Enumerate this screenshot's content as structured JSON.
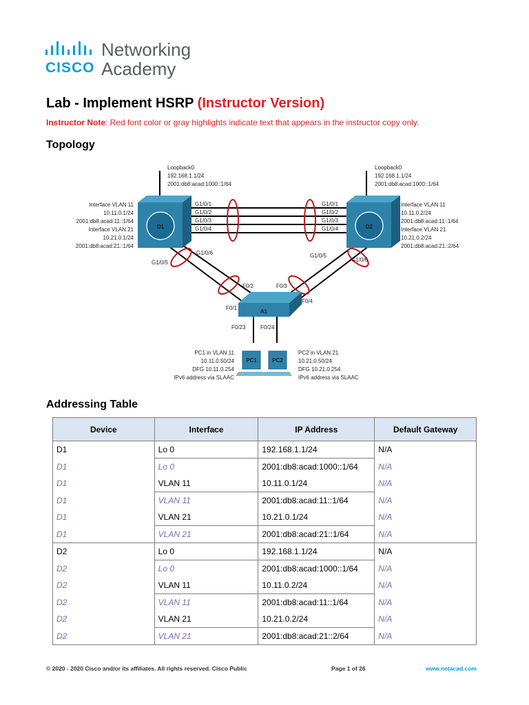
{
  "brand": {
    "cisco": "CISCO",
    "line1": "Networking",
    "line2": "Academy",
    "color": "#049fd9"
  },
  "title": {
    "main": "Lab - Implement HSRP ",
    "variant": "(Instructor Version)"
  },
  "instructor_note": {
    "label": "Instructor Note",
    "text": ": Red font color or gray highlights indicate text that appears in the instructor copy only."
  },
  "sections": {
    "topology": "Topology",
    "addressing": "Addressing Table"
  },
  "topology": {
    "d1": "D1",
    "d2": "D2",
    "a1": "A1",
    "pc1": "PC1",
    "pc2": "PC2",
    "d1_loop": [
      "Loopback0",
      "192.168.1.1/24",
      "2001:db8:acad:1000::1/64"
    ],
    "d2_loop": [
      "Loopback0",
      "192.168.1.1/24",
      "2001:db8:acad:1000::1/64"
    ],
    "d1_info": [
      "Interface VLAN 11",
      "10.11.0.1/24",
      "2001:db8:acad:11::1/64",
      "Interface VLAN 21",
      "10.21.0.1/24",
      "2001:db8:acad:21::1/64"
    ],
    "d2_info": [
      "Interface VLAN 11",
      "10.11.0.2/24",
      "2001:db8:acad:11::1/64",
      "Interface VLAN 21",
      "10.21.0.2/24",
      "2001:db8:acad:21::2/64"
    ],
    "trunk_ports": [
      "G1/0/1",
      "G1/0/2",
      "G1/0/3",
      "G1/0/4"
    ],
    "d1_g5": "G1/0/5",
    "d1_g6": "G1/0/6",
    "d2_g5": "G1/0/5",
    "d2_g6": "G1/0/6",
    "a1_f1": "F0/1",
    "a1_f2": "F0/2",
    "a1_f3": "F0/3",
    "a1_f4": "F0/4",
    "a1_f23": "F0/23",
    "a1_f24": "F0/24",
    "pc1_info": [
      "PC1 in VLAN 11",
      "10.11.0.50/24",
      "DFG 10.11.0.254",
      "IPv6 address via SLAAC"
    ],
    "pc2_info": [
      "PC2 in VLAN 21",
      "10.21.0.50/24",
      "DFG 10.21.0.254",
      "IPv6 address via SLAAC"
    ]
  },
  "table": {
    "headers": [
      "Device",
      "Interface",
      "IP Address",
      "Default Gateway"
    ],
    "rows": [
      {
        "device": "D1",
        "iface": "Lo 0",
        "ip": "192.168.1.1/24",
        "gw": "N/A",
        "instr": false
      },
      {
        "device": "D1",
        "iface": "Lo 0",
        "ip": "2001:db8:acad:1000::1/64",
        "gw": "N/A",
        "instr": true
      },
      {
        "device": "D1",
        "iface": "VLAN 11",
        "ip": "10.11.0.1/24",
        "gw": "N/A",
        "instr": true,
        "iface_plain": true
      },
      {
        "device": "D1",
        "iface": "VLAN 11",
        "ip": "2001:db8:acad:11::1/64",
        "gw": "N/A",
        "instr": true
      },
      {
        "device": "D1",
        "iface": "VLAN 21",
        "ip": "10.21.0.1/24",
        "gw": "N/A",
        "instr": true,
        "iface_plain": true
      },
      {
        "device": "D1",
        "iface": "VLAN 21",
        "ip": "2001:db8:acad:21::1/64",
        "gw": "N/A",
        "instr": true
      },
      {
        "device": "D2",
        "iface": "Lo 0",
        "ip": "192.168.1.1/24",
        "gw": "N/A",
        "instr": false
      },
      {
        "device": "D2",
        "iface": "Lo 0",
        "ip": "2001:db8:acad:1000::1/64",
        "gw": "N/A",
        "instr": true
      },
      {
        "device": "D2",
        "iface": "VLAN 11",
        "ip": "10.11.0.2/24",
        "gw": "N/A",
        "instr": true,
        "iface_plain": true
      },
      {
        "device": "D2",
        "iface": "VLAN 11",
        "ip": "2001:db8:acad:11::1/64",
        "gw": "N/A",
        "instr": true
      },
      {
        "device": "D2",
        "iface": "VLAN 21",
        "ip": "10.21.0.2/24",
        "gw": "N/A",
        "instr": true,
        "iface_plain": true
      },
      {
        "device": "D2",
        "iface": "VLAN 21",
        "ip": "2001:db8:acad:21::2/64",
        "gw": "N/A",
        "instr": true
      }
    ]
  },
  "footer": {
    "copyright": "© 2020 - 2020 Cisco and/or its affiliates. All rights reserved. Cisco Public",
    "page": "Page 1 of 26",
    "url": "www.netacad.com"
  }
}
